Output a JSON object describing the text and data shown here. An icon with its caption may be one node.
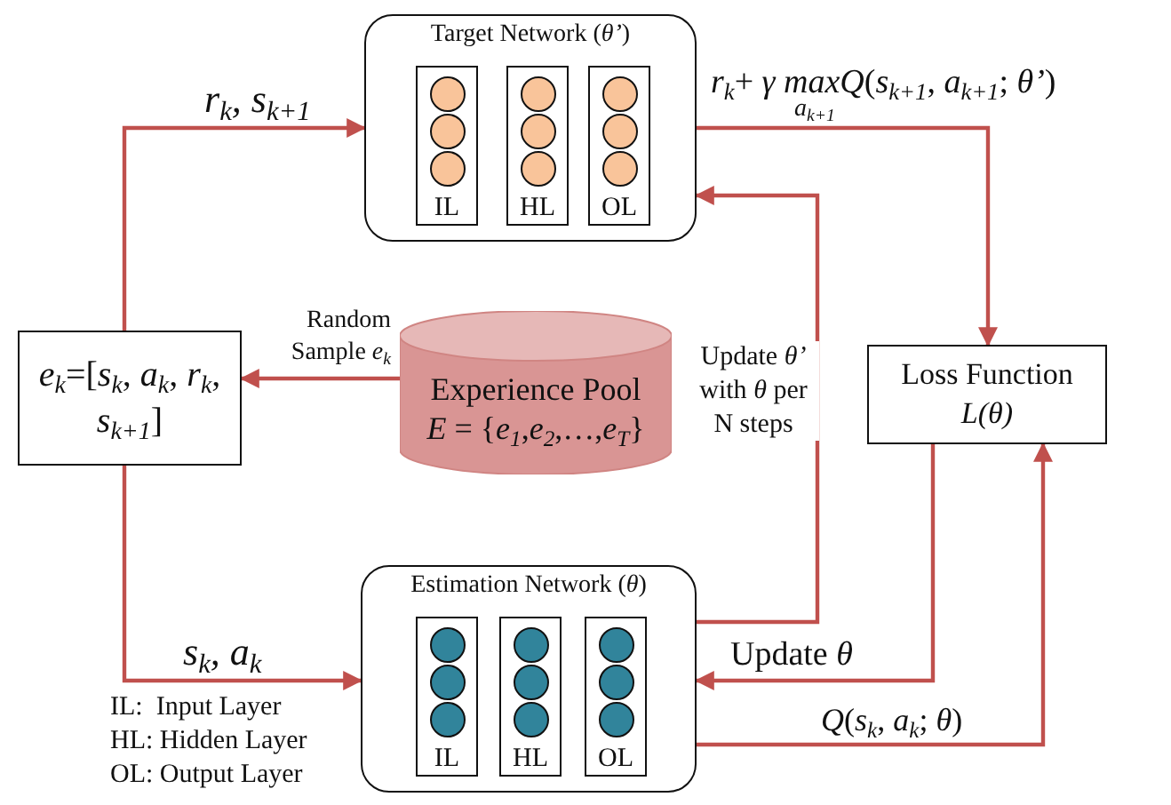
{
  "diagram": {
    "nodes": [
      {
        "text": [
          "Target Network (*θ’*)"
        ]
      },
      {
        "text": [
          "IL"
        ],
        "in": 0
      },
      {
        "text": [
          "HL"
        ],
        "in": 0
      },
      {
        "text": [
          "OL"
        ],
        "in": 0
      },
      {
        "text": [
          "*e*$_{k}$=[*s*$_{k}$, *a*$_{k}$, *r*$_{k}$, *s*$_{k+1}$]"
        ]
      },
      {
        "text": [
          "Experience Pool",
          "*E* = {*e*$_{1}$,*e*$_{2}$,…,*e*$_{T}$}"
        ]
      },
      {
        "text": [
          "Loss Function",
          "*L(θ)*"
        ]
      },
      {
        "text": [
          "Estimation Network (*θ*)"
        ]
      },
      {
        "text": [
          "IL"
        ],
        "in": 7
      },
      {
        "text": [
          "HL"
        ],
        "in": 7
      },
      {
        "text": [
          "OL"
        ],
        "in": 7
      }
    ],
    "edges": [
      {
        "from": 4,
        "to": 0,
        "arrow": "to",
        "label": "*r*$_{k}$, *s*$_{k+1}$"
      },
      {
        "from": 0,
        "to": 6,
        "arrow": "to",
        "label": "*r*$_{k}$+ *γ* *maxQ*(*s*$_{k+1}$, *a*$_{k+1}$; *θ’*)"
      },
      {
        "from": 5,
        "to": 4,
        "arrow": "to",
        "label": "Random Sample *e*$_{k}$"
      },
      {
        "from": 7,
        "to": 0,
        "arrow": "to",
        "label": "Update *θ’* with *θ* per N steps"
      },
      {
        "from": 6,
        "to": 7,
        "arrow": "to",
        "label": "Update *θ*"
      },
      {
        "from": 7,
        "to": 6,
        "arrow": "to",
        "label": "*Q*(*s*$_{k}$, *a*$_{k}$; *θ*)"
      },
      {
        "from": 4,
        "to": 7,
        "arrow": "to",
        "label": "*s*$_{k}$, *a*$_{k}$"
      }
    ],
    "labels": [
      "*a*$_{k+1}$",
      "IL:  Input Layer",
      "HL: Hidden Layer",
      "OL: Output Layer"
    ]
  }
}
